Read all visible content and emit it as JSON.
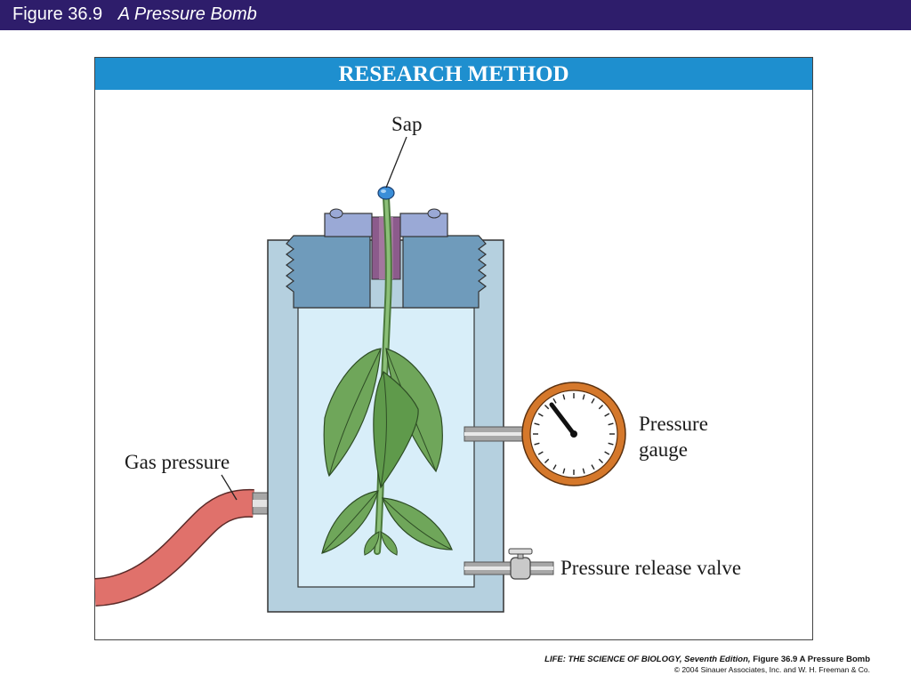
{
  "header": {
    "figure_number": "Figure 36.9",
    "figure_name": "A Pressure Bomb"
  },
  "panel": {
    "heading": "RESEARCH METHOD"
  },
  "labels": {
    "sap": "Sap",
    "gas_pressure": "Gas pressure",
    "pressure_gauge_line1": "Pressure",
    "pressure_gauge_line2": "gauge",
    "pressure_release_valve": "Pressure release valve"
  },
  "credit": {
    "book": "LIFE: THE SCIENCE OF BIOLOGY, Seventh Edition,",
    "figure": "Figure 36.9 A Pressure Bomb",
    "copyright": "© 2004 Sinauer Associates, Inc. and W. H. Freeman & Co."
  },
  "colors": {
    "title_bar": "#2e1d6b",
    "header_band": "#1e8fcf",
    "chamber_wall": "#b5d0df",
    "chamber_interior": "#d8eef9",
    "lid": "#6f9bbb",
    "cap": "#9aa9d6",
    "gasket": "#8c5b8c",
    "hose": "#e0716b",
    "gauge_rim": "#d5782b",
    "leaf": "#6fa65a",
    "sap_drop": "#3a8ed8"
  },
  "icons": [
    "pressure-gauge-icon",
    "valve-icon",
    "hose-icon",
    "plant-shoot-icon"
  ]
}
